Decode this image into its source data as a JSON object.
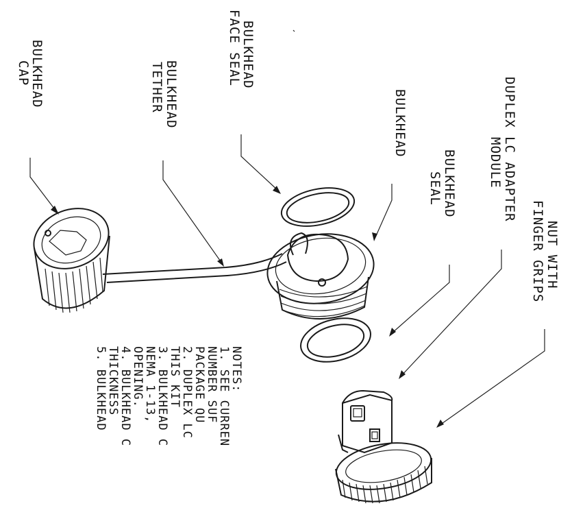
{
  "labels": {
    "bulkhead_cap": [
      "BULKHEAD",
      "CAP"
    ],
    "bulkhead_face_seal": [
      "BULKHEAD",
      "FACE SEAL"
    ],
    "bulkhead_tether": [
      "BULKHEAD",
      "TETHER"
    ],
    "bulkhead": [
      "BULKHEAD"
    ],
    "duplex_lc_adapter_module": [
      "DUPLEX LC ADAPTER",
      "MODULE"
    ],
    "bulkhead_seal": [
      "BULKHEAD",
      "SEAL"
    ],
    "nut_with_finger_grips": [
      "NUT WITH",
      "FINGER GRIPS"
    ]
  },
  "notes": {
    "heading": "NOTES:",
    "lines": [
      "1.  SEE  CURREN",
      "    NUMBER  SUF",
      "    PACKAGE  QU",
      "2.  DUPLEX  LC",
      "    THIS  KIT",
      "3.  BULKHEAD  C",
      "    NEMA  1-13,",
      "    OPENING.",
      "4.  BULKHEAD  C",
      "    THICKNESS",
      "5.  BULKHEAD"
    ]
  }
}
